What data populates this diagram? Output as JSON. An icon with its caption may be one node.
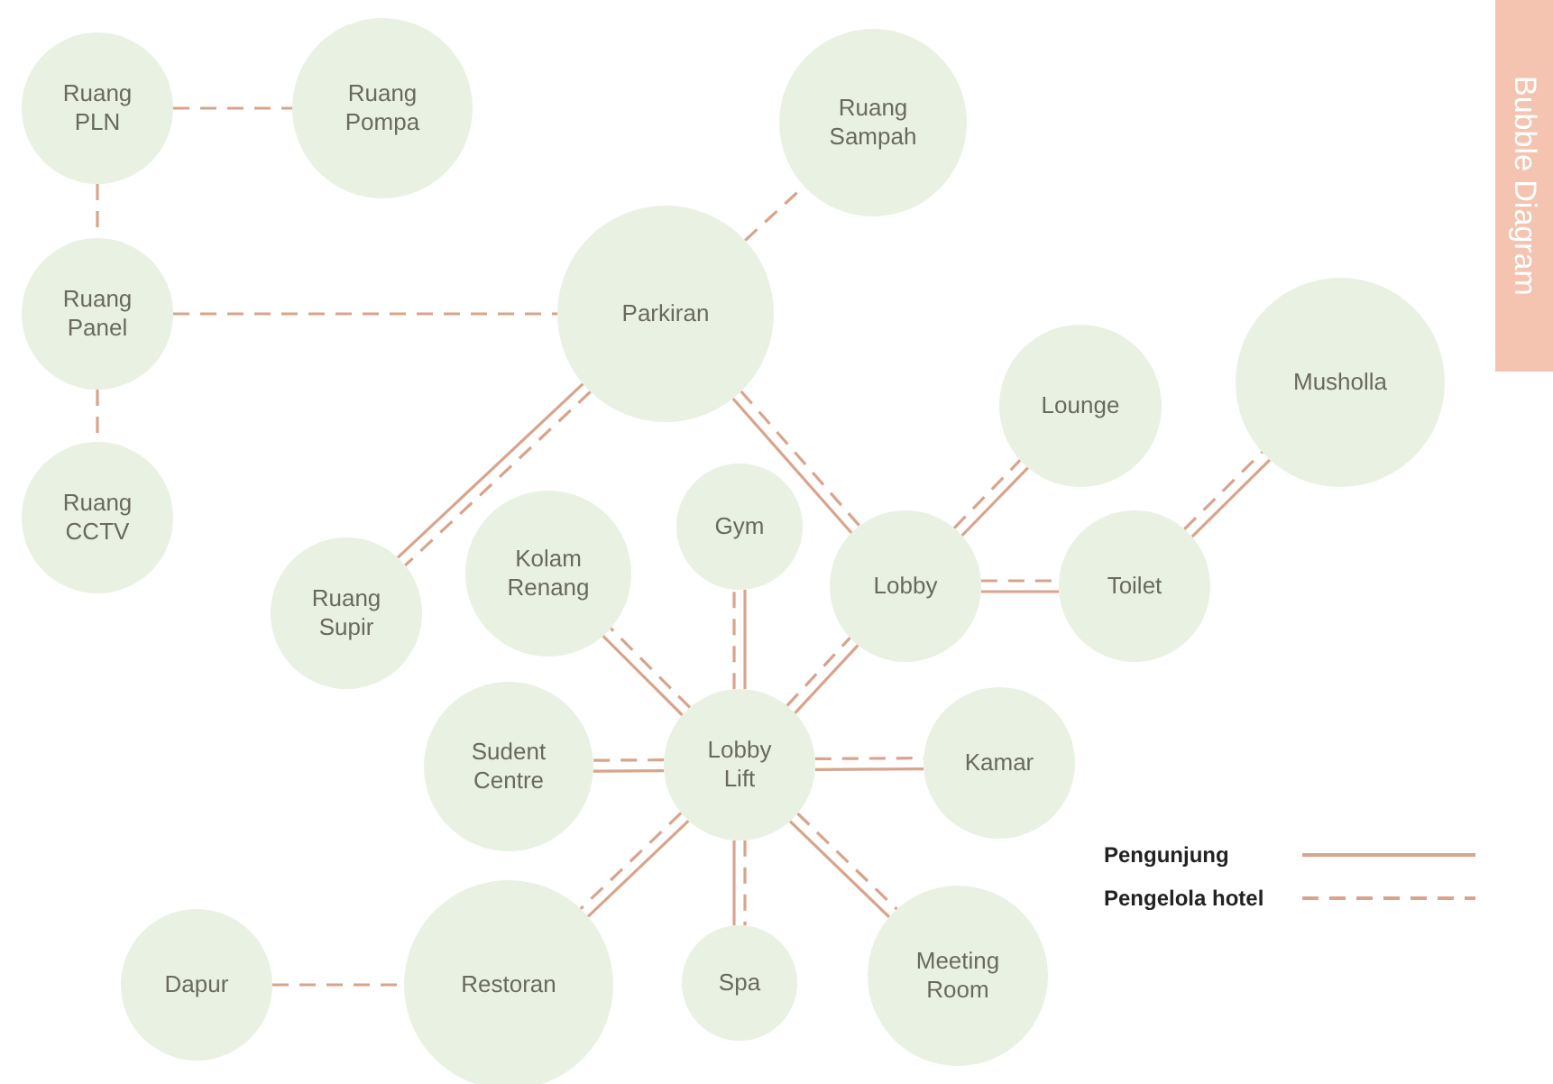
{
  "diagram": {
    "title": "Bubble Diagram",
    "nodes": [
      {
        "text": [
          "Ruang PLN"
        ]
      },
      {
        "text": [
          "Ruang Pompa"
        ]
      },
      {
        "text": [
          "Ruang Sampah"
        ]
      },
      {
        "text": [
          "Ruang Panel"
        ]
      },
      {
        "text": [
          "Parkiran"
        ]
      },
      {
        "text": [
          "Lounge"
        ]
      },
      {
        "text": [
          "Musholla"
        ]
      },
      {
        "text": [
          "Ruang CCTV"
        ]
      },
      {
        "text": [
          "Gym"
        ]
      },
      {
        "text": [
          "Kolam Renang"
        ]
      },
      {
        "text": [
          "Lobby"
        ]
      },
      {
        "text": [
          "Toilet"
        ]
      },
      {
        "text": [
          "Ruang Supir"
        ]
      },
      {
        "text": [
          "Sudent Centre"
        ]
      },
      {
        "text": [
          "Lobby Lift"
        ]
      },
      {
        "text": [
          "Kamar"
        ]
      },
      {
        "text": [
          "Dapur"
        ]
      },
      {
        "text": [
          "Restoran"
        ]
      },
      {
        "text": [
          "Spa"
        ]
      },
      {
        "text": [
          "Meeting Room"
        ]
      }
    ],
    "edges": [
      {
        "from": 0,
        "to": 1,
        "arrow": "none",
        "style": "dashed"
      },
      {
        "from": 0,
        "to": 3,
        "arrow": "none",
        "style": "dashed"
      },
      {
        "from": 3,
        "to": 7,
        "arrow": "none",
        "style": "dashed"
      },
      {
        "from": 3,
        "to": 4,
        "arrow": "none",
        "style": "dashed"
      },
      {
        "from": 4,
        "to": 2,
        "arrow": "none",
        "style": "dashed"
      },
      {
        "from": 4,
        "to": 12,
        "arrow": "none",
        "style": "dashed"
      },
      {
        "from": 4,
        "to": 12,
        "arrow": "none"
      },
      {
        "from": 4,
        "to": 10,
        "arrow": "none",
        "style": "dashed"
      },
      {
        "from": 4,
        "to": 10,
        "arrow": "none"
      },
      {
        "from": 10,
        "to": 5,
        "arrow": "none",
        "style": "dashed"
      },
      {
        "from": 10,
        "to": 5,
        "arrow": "none"
      },
      {
        "from": 10,
        "to": 11,
        "arrow": "none",
        "style": "dashed"
      },
      {
        "from": 10,
        "to": 11,
        "arrow": "none"
      },
      {
        "from": 11,
        "to": 6,
        "arrow": "none",
        "style": "dashed"
      },
      {
        "from": 11,
        "to": 6,
        "arrow": "none"
      },
      {
        "from": 14,
        "to": 8,
        "arrow": "none",
        "style": "dashed"
      },
      {
        "from": 14,
        "to": 8,
        "arrow": "none"
      },
      {
        "from": 14,
        "to": 9,
        "arrow": "none"
      },
      {
        "from": 14,
        "to": 9,
        "arrow": "none",
        "style": "dashed"
      },
      {
        "from": 14,
        "to": 10,
        "arrow": "none",
        "style": "dashed"
      },
      {
        "from": 14,
        "to": 10,
        "arrow": "none"
      },
      {
        "from": 14,
        "to": 13,
        "arrow": "none"
      },
      {
        "from": 14,
        "to": 13,
        "arrow": "none",
        "style": "dashed"
      },
      {
        "from": 14,
        "to": 15,
        "arrow": "none",
        "style": "dashed"
      },
      {
        "from": 14,
        "to": 15,
        "arrow": "none"
      },
      {
        "from": 14,
        "to": 17,
        "arrow": "none"
      },
      {
        "from": 14,
        "to": 17,
        "arrow": "none",
        "style": "dashed"
      },
      {
        "from": 14,
        "to": 18,
        "arrow": "none",
        "style": "dashed"
      },
      {
        "from": 14,
        "to": 18,
        "arrow": "none"
      },
      {
        "from": 14,
        "to": 19,
        "arrow": "none",
        "style": "dashed"
      },
      {
        "from": 14,
        "to": 19,
        "arrow": "none"
      },
      {
        "from": 16,
        "to": 17,
        "arrow": "none",
        "style": "dashed"
      }
    ],
    "legend": [
      {
        "text": "Pengunjung"
      },
      {
        "text": "Pengelola hotel"
      }
    ]
  }
}
